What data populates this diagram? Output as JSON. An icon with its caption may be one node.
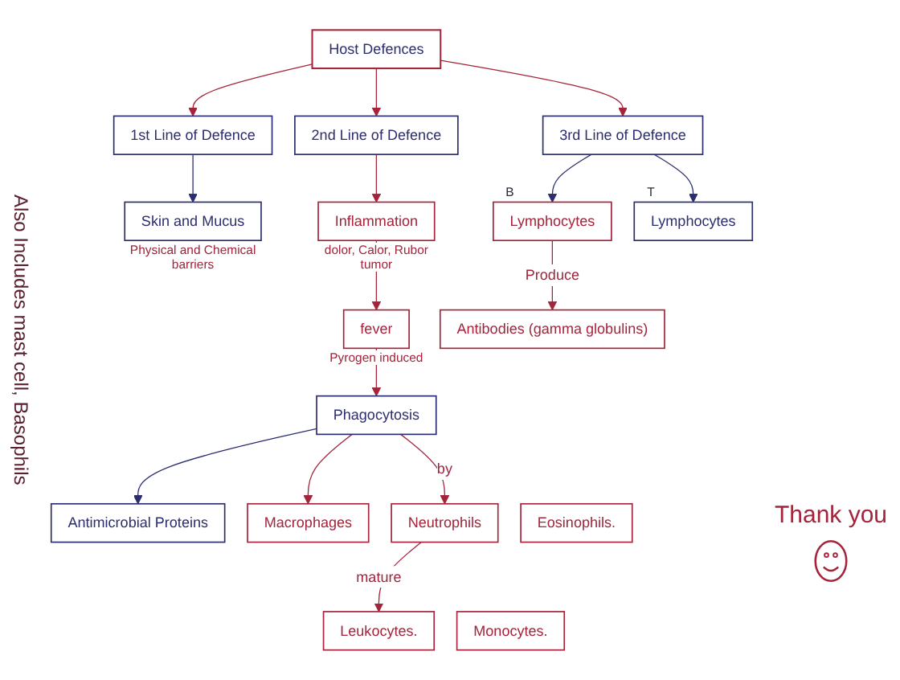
{
  "diagram": {
    "nodes": [
      {
        "text": [
          "Host Defences"
        ]
      },
      {
        "text": [
          "1st Line of Defence"
        ]
      },
      {
        "text": [
          "2nd Line of Defence"
        ]
      },
      {
        "text": [
          "3rd Line of Defence"
        ]
      },
      {
        "text": [
          "Skin and Mucus"
        ],
        "beside": [
          "Physical and Chemical barriers"
        ]
      },
      {
        "text": [
          "Inflammation"
        ],
        "beside": [
          "dolor, Calor, Rubor tumor"
        ]
      },
      {
        "text": [
          "fever"
        ],
        "beside": [
          "Pyrogen induced"
        ]
      },
      {
        "text": [
          "Phagocytosis"
        ]
      },
      {
        "text": [
          "Antimicrobial Proteins"
        ]
      },
      {
        "text": [
          "Lymphocytes"
        ],
        "beside": [
          "B"
        ]
      },
      {
        "text": [
          "Lymphocytes"
        ],
        "beside": [
          "T"
        ]
      },
      {
        "text": [
          "Antibodies (gamma globulins)"
        ]
      },
      {
        "text": [
          "Macrophages"
        ]
      },
      {
        "text": [
          "Neutrophils"
        ]
      },
      {
        "text": [
          "Leukocytes."
        ]
      },
      {
        "text": [
          "Monocytes."
        ]
      },
      {
        "text": [
          "Eosinophils."
        ]
      }
    ],
    "edges": [
      {
        "from": 0,
        "to": 1,
        "arrow": "to"
      },
      {
        "from": 0,
        "to": 2,
        "arrow": "to"
      },
      {
        "from": 0,
        "to": 3,
        "arrow": "to"
      },
      {
        "from": 1,
        "to": 4,
        "arrow": "to",
        "color": "#2b2d6e"
      },
      {
        "from": 2,
        "to": 5,
        "arrow": "to"
      },
      {
        "from": 5,
        "to": 6,
        "arrow": "to"
      },
      {
        "from": 6,
        "to": 7,
        "arrow": "to"
      },
      {
        "from": 7,
        "to": 8,
        "arrow": "to",
        "color": "#2b2d6e"
      },
      {
        "from": 3,
        "to": 9,
        "arrow": "to",
        "color": "#2b2d6e"
      },
      {
        "from": 3,
        "to": 10,
        "arrow": "to",
        "color": "#2b2d6e"
      },
      {
        "from": 9,
        "to": 11,
        "arrow": "to",
        "label": "Produce"
      },
      {
        "from": 7,
        "to": 12,
        "arrow": "to"
      },
      {
        "from": 7,
        "to": 13,
        "arrow": "to",
        "label": "by"
      },
      {
        "from": 13,
        "to": 14,
        "arrow": "to",
        "label": "mature"
      }
    ],
    "labels": [
      "Also Includes mast cell, Basophils",
      "Thank you"
    ]
  }
}
